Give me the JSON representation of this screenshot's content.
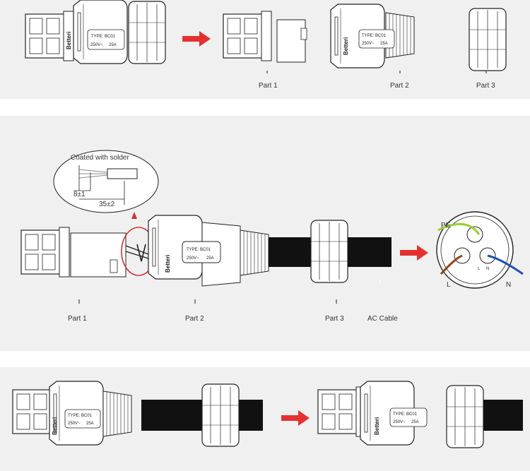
{
  "labels": {
    "part1": "Part 1",
    "part2": "Part 2",
    "part3": "Part 3",
    "ac_cable": "AC Cable",
    "coated": "Coated with solder",
    "dim_strip": "8±1",
    "dim_total": "35±2",
    "pe": "PE",
    "l": "L",
    "n": "N",
    "pin_l": "L",
    "pin_n": "N"
  },
  "connector": {
    "brand": "Betteri",
    "type": "TYPE: BC01",
    "rating_v": "250V~",
    "rating_a": "25A"
  },
  "colors": {
    "panel_bg": "#f0f0f0",
    "arrow": "#e53030",
    "highlight": "#d03030",
    "pe_wire": "#9acd32",
    "l_wire": "#8b4513",
    "n_wire": "#1e50b4",
    "cable": "#111111"
  }
}
